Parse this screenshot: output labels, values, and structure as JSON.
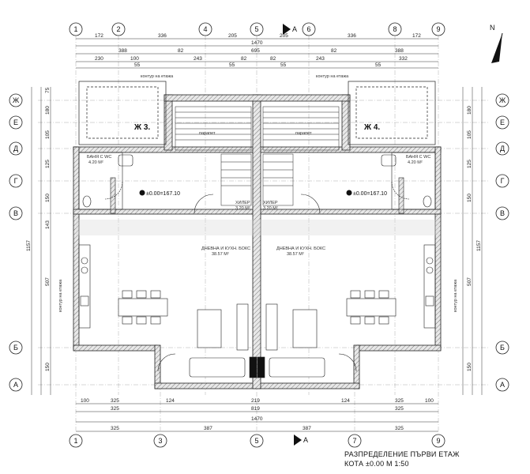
{
  "axes": {
    "vertical": [
      "1",
      "2",
      "4",
      "5",
      "6",
      "8",
      "9"
    ],
    "vertical_bottom": [
      "1",
      "3",
      "5",
      "7",
      "9"
    ],
    "horizontal": [
      "Ж",
      "Е",
      "Д",
      "Г",
      "В",
      "Б",
      "А"
    ]
  },
  "dims_top": {
    "row1": [
      "172",
      "336",
      "205",
      "205",
      "336",
      "172"
    ],
    "total": "1470",
    "row2": [
      "388",
      "82",
      "695",
      "82",
      "388"
    ],
    "row3": [
      "230",
      "100",
      "243",
      "82",
      "82",
      "243",
      "332"
    ],
    "row4": [
      "55",
      "55",
      "55",
      "55"
    ]
  },
  "dims_bottom": {
    "row1": [
      "100",
      "325",
      "124",
      "219",
      "124",
      "325",
      "100"
    ],
    "row2": [
      "325",
      "819",
      "325"
    ],
    "total": "1470",
    "row3": [
      "325",
      "387",
      "387",
      "325"
    ]
  },
  "dims_left": [
    "75",
    "180",
    "105",
    "125",
    "150",
    "143",
    "507",
    "150"
  ],
  "dims_left_total": "1157",
  "dims_right": [
    "180",
    "105",
    "125",
    "150",
    "507",
    "150"
  ],
  "dims_right_total": "1157",
  "apartments": [
    "Ж 3.",
    "Ж 4."
  ],
  "rooms": {
    "living_left": "ДНЕВНА И КУХН. БОКС",
    "living_left_area": "38.57 М²",
    "living_right": "ДНЕВНА И КУХН. БОКС",
    "living_right_area": "38.57 М²",
    "hall_left": "ХИЛЕР",
    "hall_left_area": "3.20 М²",
    "hall_right": "ХИЛЕР",
    "hall_right_area": "3.20 М²",
    "bath_left": "БАНЯ С WC",
    "bath_left_area": "4.20 М²",
    "bath_right": "БАНЯ С WC",
    "bath_right_area": "4.20 М²",
    "contour_top_left": "контур на етажа",
    "contour_top_right": "контур на етажа",
    "contour_side_left": "контур на етажа",
    "contour_side_right": "контур на етажа",
    "parapet_left": "парапет",
    "parapet_right": "парапет"
  },
  "levels": {
    "left": "±0.00=167.10",
    "right": "±0.00=167.10"
  },
  "north_label": "N",
  "section_marker": "A",
  "caption": {
    "line1": "РАЗПРЕДЕЛЕНИЕ ПЪРВИ ЕТАЖ",
    "line2": "КОТА ±0.00 М 1:50"
  },
  "colors": {
    "line": "#222222",
    "wall_hatch": "#9a9a9a",
    "watermark": "#cfcfcf"
  }
}
